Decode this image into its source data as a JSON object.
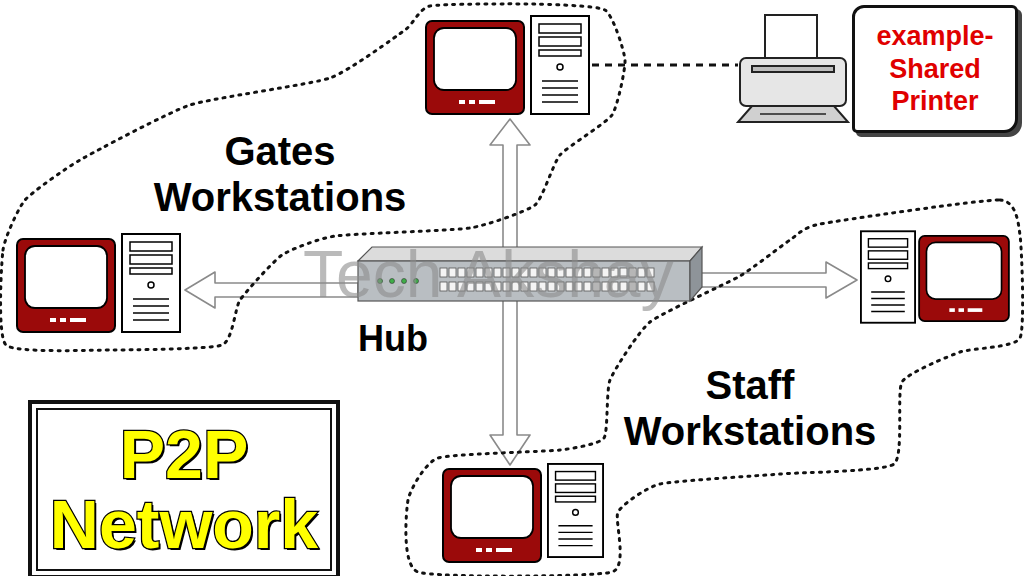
{
  "diagram": {
    "nodes": [
      {
        "text": [
          "Gates Workstations"
        ]
      },
      {
        "text": [
          "Staff Workstations"
        ]
      },
      {
        "text": [
          "Hub"
        ]
      },
      {
        "text": [
          "example- Shared Printer"
        ]
      },
      {
        "text": [
          "P2P Network"
        ]
      }
    ],
    "labels": [
      "Tech Akshay"
    ]
  }
}
